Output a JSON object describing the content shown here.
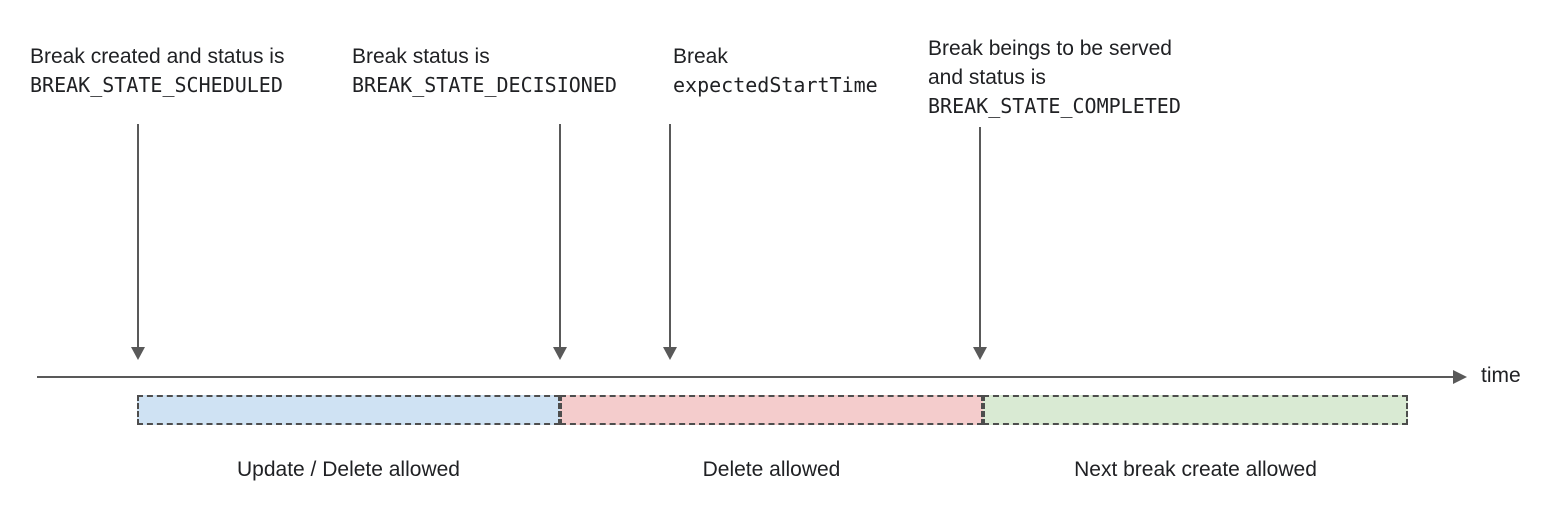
{
  "diagram": {
    "annotations": [
      {
        "line1": "Break created and status is",
        "code": "BREAK_STATE_SCHEDULED"
      },
      {
        "line1": "Break status is",
        "code": "BREAK_STATE_DECISIONED"
      },
      {
        "line1": "Break",
        "code": "expectedStartTime"
      },
      {
        "line1": "Break beings to be served",
        "line2": "and status is",
        "code": "BREAK_STATE_COMPLETED"
      }
    ],
    "timeline": {
      "axis_label": "time"
    },
    "segments": [
      {
        "label": "Update / Delete allowed",
        "color": "#cfe2f3"
      },
      {
        "label": "Delete allowed",
        "color": "#f4cccc"
      },
      {
        "label": "Next break create allowed",
        "color": "#d9ead3"
      }
    ],
    "colors": {
      "line": "#595959",
      "segment_border": "#4d4d4d",
      "text": "#202124"
    }
  }
}
